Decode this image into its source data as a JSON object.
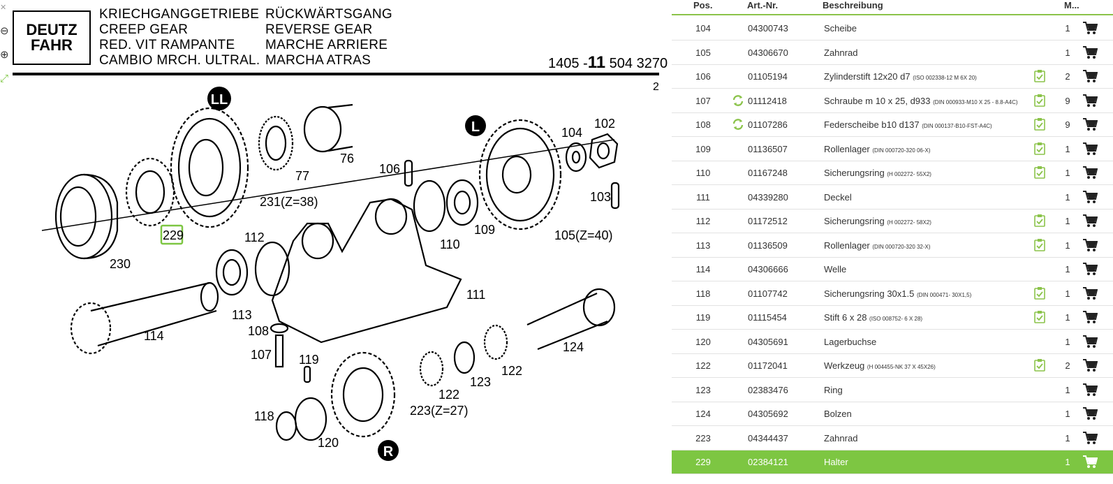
{
  "tools": {
    "zoom_out": "⊖",
    "zoom_in": "⊕",
    "expand": "⤢"
  },
  "drawing": {
    "logo_line1": "DEUTZ",
    "logo_line2": "FAHR",
    "title_col1": [
      "KRIECHGANGGETRIEBE",
      "CREEP GEAR",
      "RED. VIT RAMPANTE",
      "CAMBIO MRCH. ULTRAL."
    ],
    "title_col2": [
      "RÜCKWÄRTSGANG",
      "REVERSE GEAR",
      "MARCHE ARRIERE",
      "MARCHA ATRAS"
    ],
    "code_prefix": "1405 -",
    "code_bold": "11",
    "code_suffix": " 504 3270",
    "page": "2",
    "callouts": {
      "LL": "LL",
      "L": "L",
      "R": "R",
      "p76": "76",
      "p77": "77",
      "p102": "102",
      "p103": "103",
      "p104": "104",
      "p105": "105(Z=40)",
      "p106": "106",
      "p107": "107",
      "p108": "108",
      "p109": "109",
      "p110": "110",
      "p111": "111",
      "p112": "112",
      "p113": "113",
      "p114": "114",
      "p118": "118",
      "p119": "119",
      "p120": "120",
      "p122a": "122",
      "p122b": "122",
      "p123": "123",
      "p124": "124",
      "p223": "223(Z=27)",
      "p229": "229",
      "p230": "230",
      "p231": "231(Z=38)"
    },
    "highlight_color": "#7dc642"
  },
  "table": {
    "headers": {
      "pos": "Pos.",
      "art": "Art.-Nr.",
      "desc": "Beschreibung",
      "qty": "M..."
    },
    "accent_color": "#7dc642",
    "icon_color": "#8bc34a",
    "rows": [
      {
        "pos": "104",
        "art": "04300743",
        "desc": "Scheibe",
        "spec": "",
        "qty": "1",
        "refresh": false,
        "sheet": false,
        "selected": false
      },
      {
        "pos": "105",
        "art": "04306670",
        "desc": "Zahnrad",
        "spec": "",
        "qty": "1",
        "refresh": false,
        "sheet": false,
        "selected": false
      },
      {
        "pos": "106",
        "art": "01105194",
        "desc": "Zylinderstift 12x20 d7",
        "spec": "(ISO 002338-12 M 6X 20)",
        "qty": "2",
        "refresh": false,
        "sheet": true,
        "selected": false
      },
      {
        "pos": "107",
        "art": "01112418",
        "desc": "Schraube m 10 x 25, d933",
        "spec": "(DIN 000933-M10 X 25 - 8.8-A4C)",
        "qty": "9",
        "refresh": true,
        "sheet": true,
        "selected": false
      },
      {
        "pos": "108",
        "art": "01107286",
        "desc": "Federscheibe b10 d137",
        "spec": "(DIN 000137-B10-FST-A4C)",
        "qty": "9",
        "refresh": true,
        "sheet": true,
        "selected": false
      },
      {
        "pos": "109",
        "art": "01136507",
        "desc": "Rollenlager",
        "spec": "(DIN 000720-320 06-X)",
        "qty": "1",
        "refresh": false,
        "sheet": true,
        "selected": false
      },
      {
        "pos": "110",
        "art": "01167248",
        "desc": "Sicherungsring",
        "spec": "(H 002272- 55X2)",
        "qty": "1",
        "refresh": false,
        "sheet": true,
        "selected": false
      },
      {
        "pos": "111",
        "art": "04339280",
        "desc": "Deckel",
        "spec": "",
        "qty": "1",
        "refresh": false,
        "sheet": false,
        "selected": false
      },
      {
        "pos": "112",
        "art": "01172512",
        "desc": "Sicherungsring",
        "spec": "(H 002272- 58X2)",
        "qty": "1",
        "refresh": false,
        "sheet": true,
        "selected": false
      },
      {
        "pos": "113",
        "art": "01136509",
        "desc": "Rollenlager",
        "spec": "(DIN 000720-320 32-X)",
        "qty": "1",
        "refresh": false,
        "sheet": true,
        "selected": false
      },
      {
        "pos": "114",
        "art": "04306666",
        "desc": "Welle",
        "spec": "",
        "qty": "1",
        "refresh": false,
        "sheet": false,
        "selected": false
      },
      {
        "pos": "118",
        "art": "01107742",
        "desc": "Sicherungsring 30x1.5",
        "spec": "(DIN 000471- 30X1,5)",
        "qty": "1",
        "refresh": false,
        "sheet": true,
        "selected": false
      },
      {
        "pos": "119",
        "art": "01115454",
        "desc": "Stift 6 x 28",
        "spec": "(ISO 008752- 6 X 28)",
        "qty": "1",
        "refresh": false,
        "sheet": true,
        "selected": false
      },
      {
        "pos": "120",
        "art": "04305691",
        "desc": "Lagerbuchse",
        "spec": "",
        "qty": "1",
        "refresh": false,
        "sheet": false,
        "selected": false
      },
      {
        "pos": "122",
        "art": "01172041",
        "desc": "Werkzeug",
        "spec": "(H 004455-NK 37 X 45X26)",
        "qty": "2",
        "refresh": false,
        "sheet": true,
        "selected": false
      },
      {
        "pos": "123",
        "art": "02383476",
        "desc": "Ring",
        "spec": "",
        "qty": "1",
        "refresh": false,
        "sheet": false,
        "selected": false
      },
      {
        "pos": "124",
        "art": "04305692",
        "desc": "Bolzen",
        "spec": "",
        "qty": "1",
        "refresh": false,
        "sheet": false,
        "selected": false
      },
      {
        "pos": "223",
        "art": "04344437",
        "desc": "Zahnrad",
        "spec": "",
        "qty": "1",
        "refresh": false,
        "sheet": false,
        "selected": false
      },
      {
        "pos": "229",
        "art": "02384121",
        "desc": "Halter",
        "spec": "",
        "qty": "1",
        "refresh": false,
        "sheet": false,
        "selected": true
      }
    ]
  }
}
